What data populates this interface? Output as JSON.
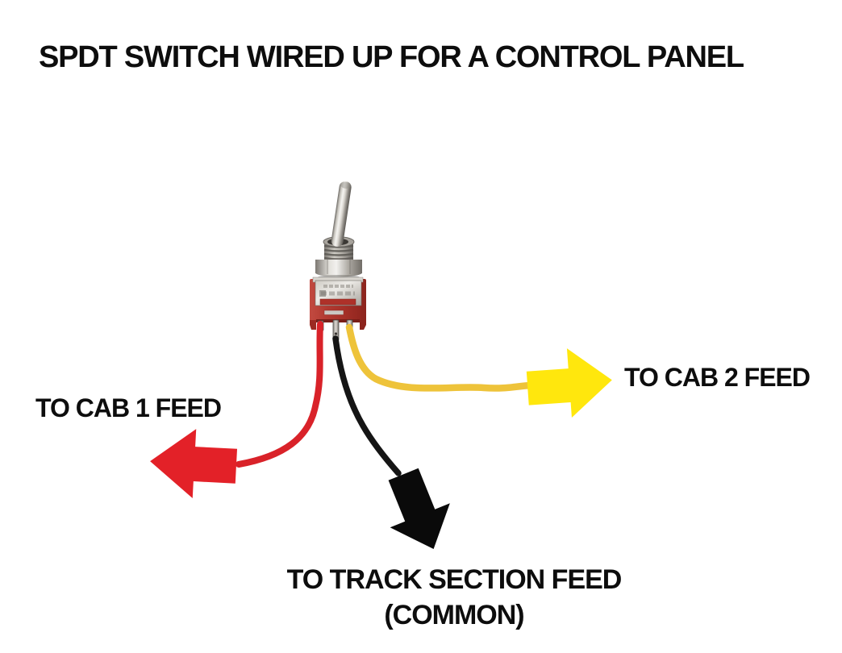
{
  "title": "SPDT SWITCH WIRED UP FOR A CONTROL PANEL",
  "switch": {
    "name": "SPDT miniature toggle switch",
    "body_color": "#a93028",
    "lever_color": "#d8d5cf",
    "terminal_count": "3"
  },
  "connections": {
    "cab1": {
      "label": "TO CAB 1 FEED",
      "terminal": "left",
      "direction": "left",
      "wire_color": "#d92229",
      "arrow_color": "#e32128"
    },
    "cab2": {
      "label": "TO CAB 2 FEED",
      "terminal": "right",
      "direction": "right",
      "wire_color": "#eec33a",
      "arrow_color": "#ffe70d"
    },
    "track": {
      "label_line1": "TO TRACK SECTION FEED",
      "label_line2": "(COMMON)",
      "terminal": "center",
      "direction": "down",
      "wire_color": "#151515",
      "arrow_color": "#0a0a0a"
    }
  },
  "colors": {
    "background": "#ffffff",
    "text": "#0d0d0d"
  }
}
